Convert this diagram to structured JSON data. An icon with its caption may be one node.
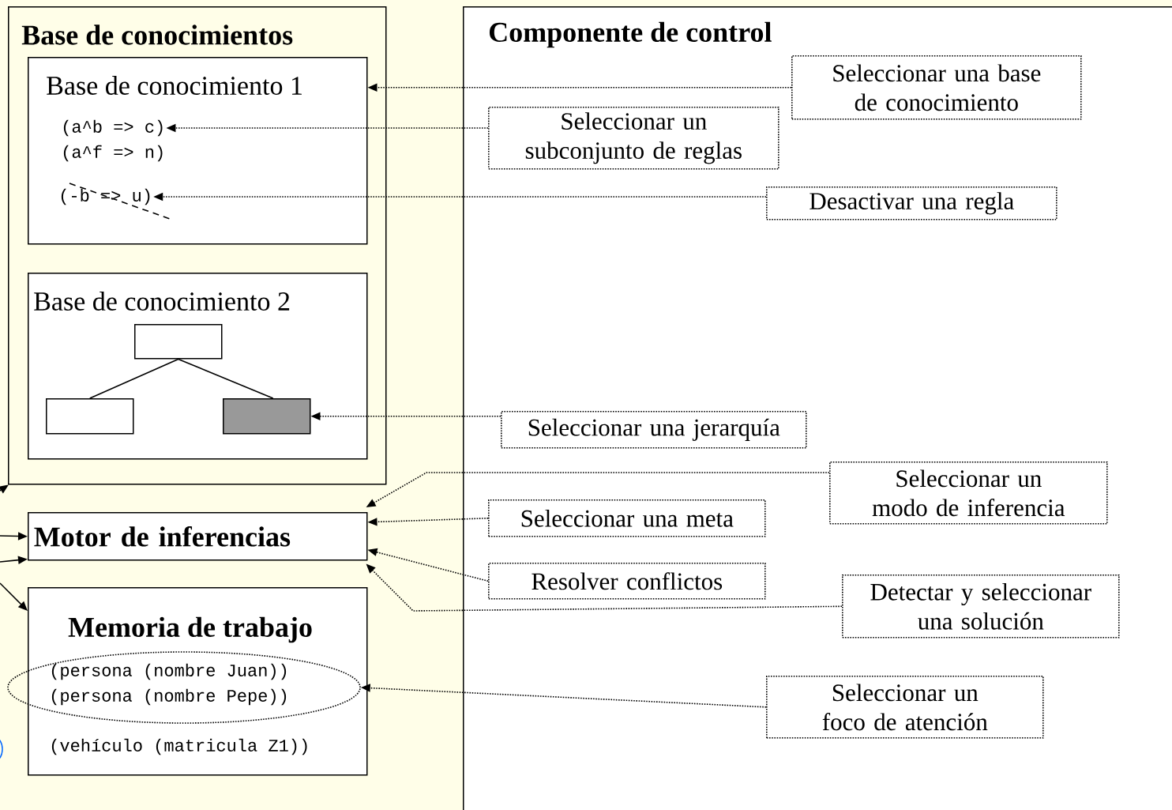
{
  "diagram": {
    "nodes": [
      {
        "text": [
          "Base de conocimientos"
        ]
      },
      {
        "text": [
          "Base de conocimiento 1"
        ],
        "in": 0
      },
      {
        "text": [
          "(a^b => c)"
        ],
        "in": 1
      },
      {
        "text": [
          "(a^f => n)"
        ],
        "in": 1
      },
      {
        "text": [
          "(-b => u)"
        ],
        "in": 1
      },
      {
        "text": [
          "Base de conocimiento 2"
        ],
        "in": 0
      },
      {
        "text": [],
        "shape": "box",
        "in": 5
      },
      {
        "text": [],
        "shape": "box",
        "in": 5
      },
      {
        "text": [],
        "shape": "box",
        "in": 5
      },
      {
        "text": [
          "Motor de inferencias"
        ]
      },
      {
        "text": [
          "Memoria de trabajo",
          "(vehículo (matricula Z1))"
        ]
      },
      {
        "text": [
          "(persona (nombre Juan))",
          "(persona (nombre Pepe))"
        ]
      },
      {
        "text": [
          "Componente de control"
        ]
      },
      {
        "text": [
          "Seleccionar una base de conocimiento"
        ],
        "in": 12
      },
      {
        "text": [
          "Seleccionar un subconjunto de reglas"
        ],
        "in": 12
      },
      {
        "text": [
          "Desactivar una regla"
        ],
        "in": 12
      },
      {
        "text": [
          "Seleccionar una jerarquía"
        ],
        "in": 12
      },
      {
        "text": [
          "Seleccionar un modo de inferencia"
        ],
        "in": 12
      },
      {
        "text": [
          "Seleccionar una meta"
        ],
        "in": 12
      },
      {
        "text": [
          "Resolver conflictos"
        ],
        "in": 12
      },
      {
        "text": [
          "Detectar y seleccionar una solución"
        ],
        "in": 12
      },
      {
        "text": [
          "Seleccionar un foco de atención"
        ],
        "in": 12
      }
    ],
    "edges": [
      {
        "from": 13,
        "to": 1,
        "arrow": "to",
        "style": "dashed"
      },
      {
        "from": 14,
        "to": 2,
        "arrow": "to",
        "style": "dashed"
      },
      {
        "from": 15,
        "to": 4,
        "arrow": "to",
        "style": "dashed"
      },
      {
        "from": 16,
        "to": 8,
        "arrow": "to",
        "style": "dashed"
      },
      {
        "from": 17,
        "to": 9,
        "arrow": "to",
        "style": "dashed"
      },
      {
        "from": 18,
        "to": 9,
        "arrow": "to",
        "style": "dashed"
      },
      {
        "from": 19,
        "to": 9,
        "arrow": "to",
        "style": "dashed"
      },
      {
        "from": 20,
        "to": 9,
        "arrow": "to",
        "style": "dashed"
      },
      {
        "from": 21,
        "to": 11,
        "arrow": "to",
        "style": "dashed"
      },
      {
        "from": null,
        "to": 0,
        "arrow": "to"
      },
      {
        "from": null,
        "to": 9,
        "arrow": "to"
      },
      {
        "from": null,
        "to": 9,
        "arrow": "to"
      },
      {
        "from": null,
        "to": 10,
        "arrow": "to"
      },
      {
        "from": 6,
        "to": 7,
        "arrow": "none"
      },
      {
        "from": 6,
        "to": 8,
        "arrow": "none"
      }
    ]
  }
}
